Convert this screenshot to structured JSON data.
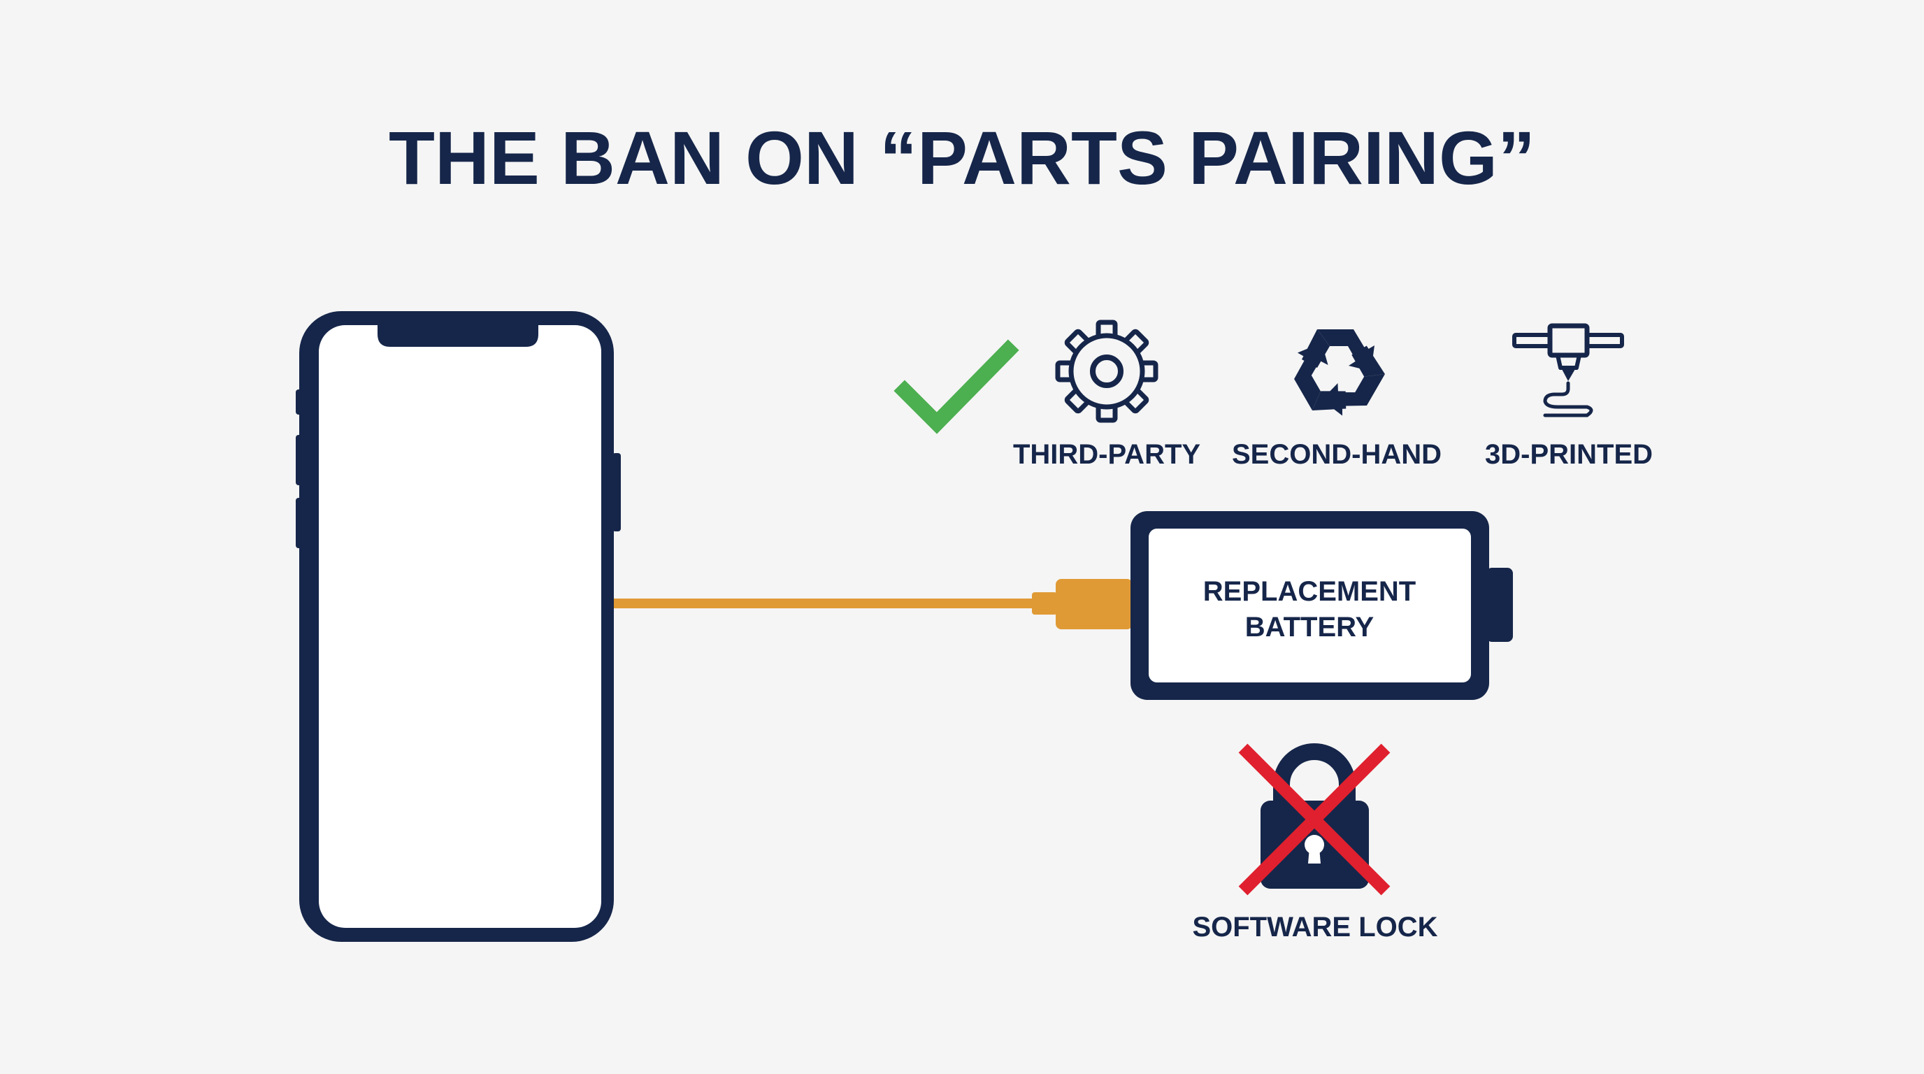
{
  "title": "THE BAN ON “PARTS PAIRING”",
  "colors": {
    "navy": "#16264a",
    "orange": "#e09a35",
    "green": "#4caf50",
    "red": "#e0202e",
    "background": "#f5f5f5"
  },
  "icons": {
    "phone": "smartphone-icon",
    "check": "checkmark-icon",
    "third_party": "gear-icon",
    "second_hand": "recycle-icon",
    "printed": "3d-printer-icon",
    "lock": "padlock-icon",
    "cross": "x-mark-icon"
  },
  "part_sources": [
    {
      "label": "THIRD-PARTY",
      "icon": "gear-icon"
    },
    {
      "label": "SECOND-HAND",
      "icon": "recycle-icon"
    },
    {
      "label": "3D-PRINTED",
      "icon": "3d-printer-icon"
    }
  ],
  "battery": {
    "line1": "REPLACEMENT",
    "line2": "BATTERY"
  },
  "lock": {
    "label": "SOFTWARE LOCK"
  }
}
